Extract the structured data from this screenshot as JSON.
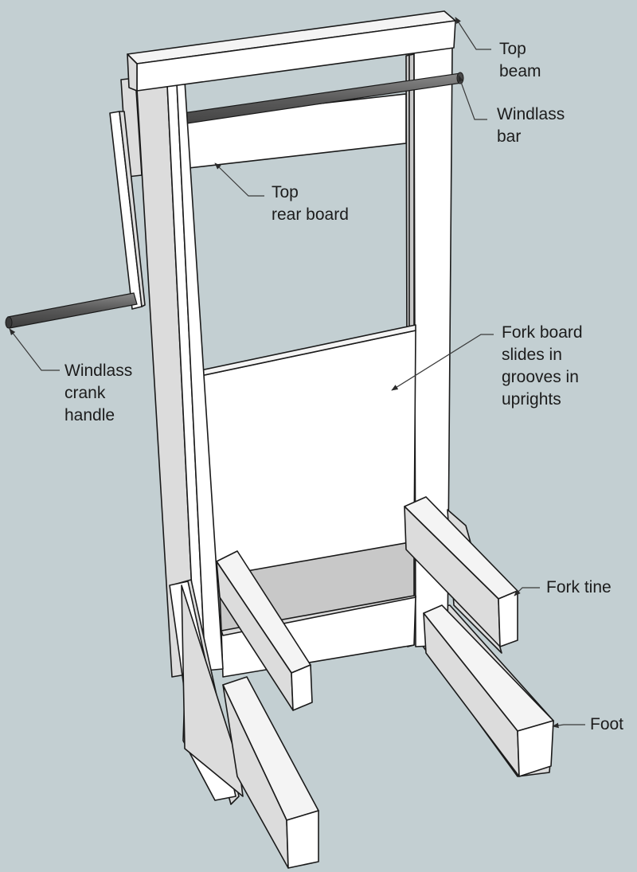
{
  "labels": {
    "top_beam": [
      "Top",
      "beam"
    ],
    "windlass_bar": [
      "Windlass",
      "bar"
    ],
    "top_rear_board": [
      "Top",
      "rear board"
    ],
    "fork_board": [
      "Fork board",
      "slides in",
      "grooves in",
      "uprights"
    ],
    "windlass_crank_handle": [
      "Windlass",
      "crank",
      "handle"
    ],
    "fork_tine": [
      "Fork tine"
    ],
    "foot": [
      "Foot"
    ]
  },
  "colors": {
    "background": "#c3cfd2",
    "wood_face": "#ffffff",
    "wood_side": "#dcdcdc",
    "rod": "#6e6e6e",
    "text": "#1c1c1c"
  }
}
